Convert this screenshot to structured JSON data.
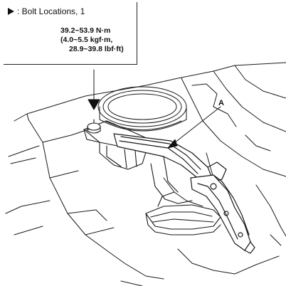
{
  "legend": {
    "label": ": Bolt Locations, 1",
    "marker_icon": "filled-triangle-arrow-icon"
  },
  "torque_spec": {
    "line1": "39.2~53.9 N·m",
    "line2": "(4.0~5.5 kgf·m,",
    "line3": "28.9~39.8 lbf·ft)"
  },
  "callouts": {
    "part_a": "A"
  }
}
